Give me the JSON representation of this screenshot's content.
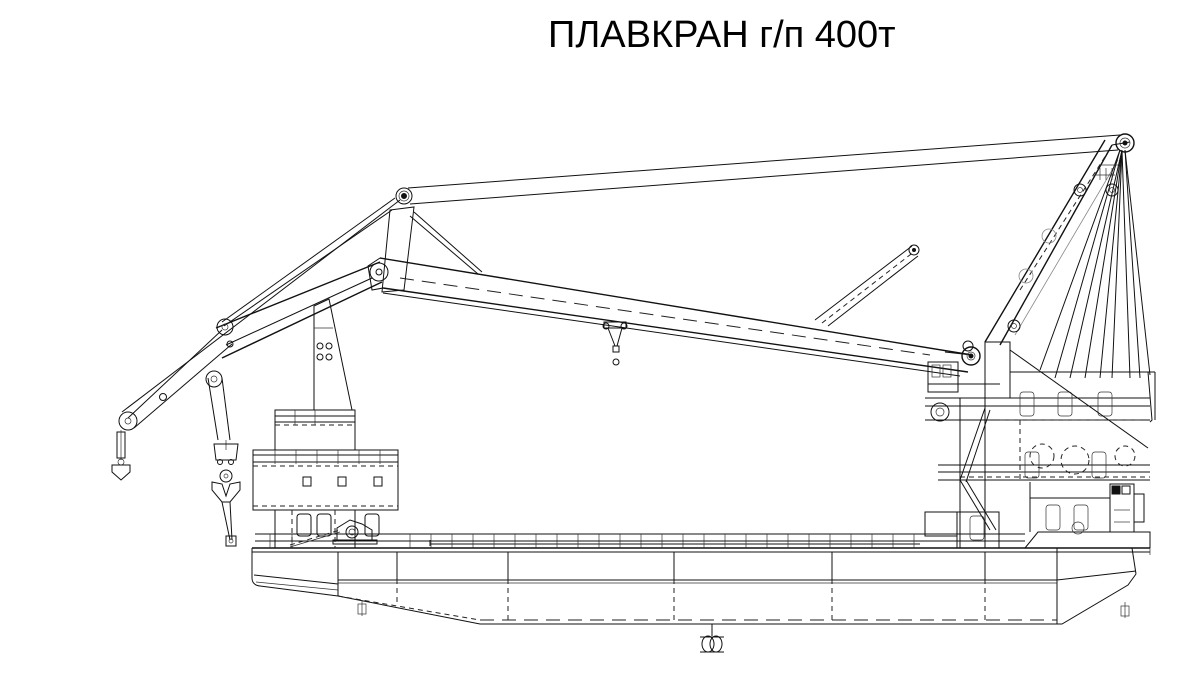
{
  "title": "ПЛАВКРАН г/п 400т",
  "drawing": {
    "subject": "floating crane side elevation",
    "line_color": "#111111",
    "background": "#ffffff",
    "parts": [
      "hull",
      "deck-railing",
      "superstructure-forward",
      "mast-forward",
      "main-boom",
      "fly-jib",
      "auxiliary-hook-jib",
      "a-frame-tower",
      "machinery-house",
      "hook-block-main",
      "hook-block-auxiliary",
      "trolley-hook",
      "propeller-symbol"
    ]
  }
}
